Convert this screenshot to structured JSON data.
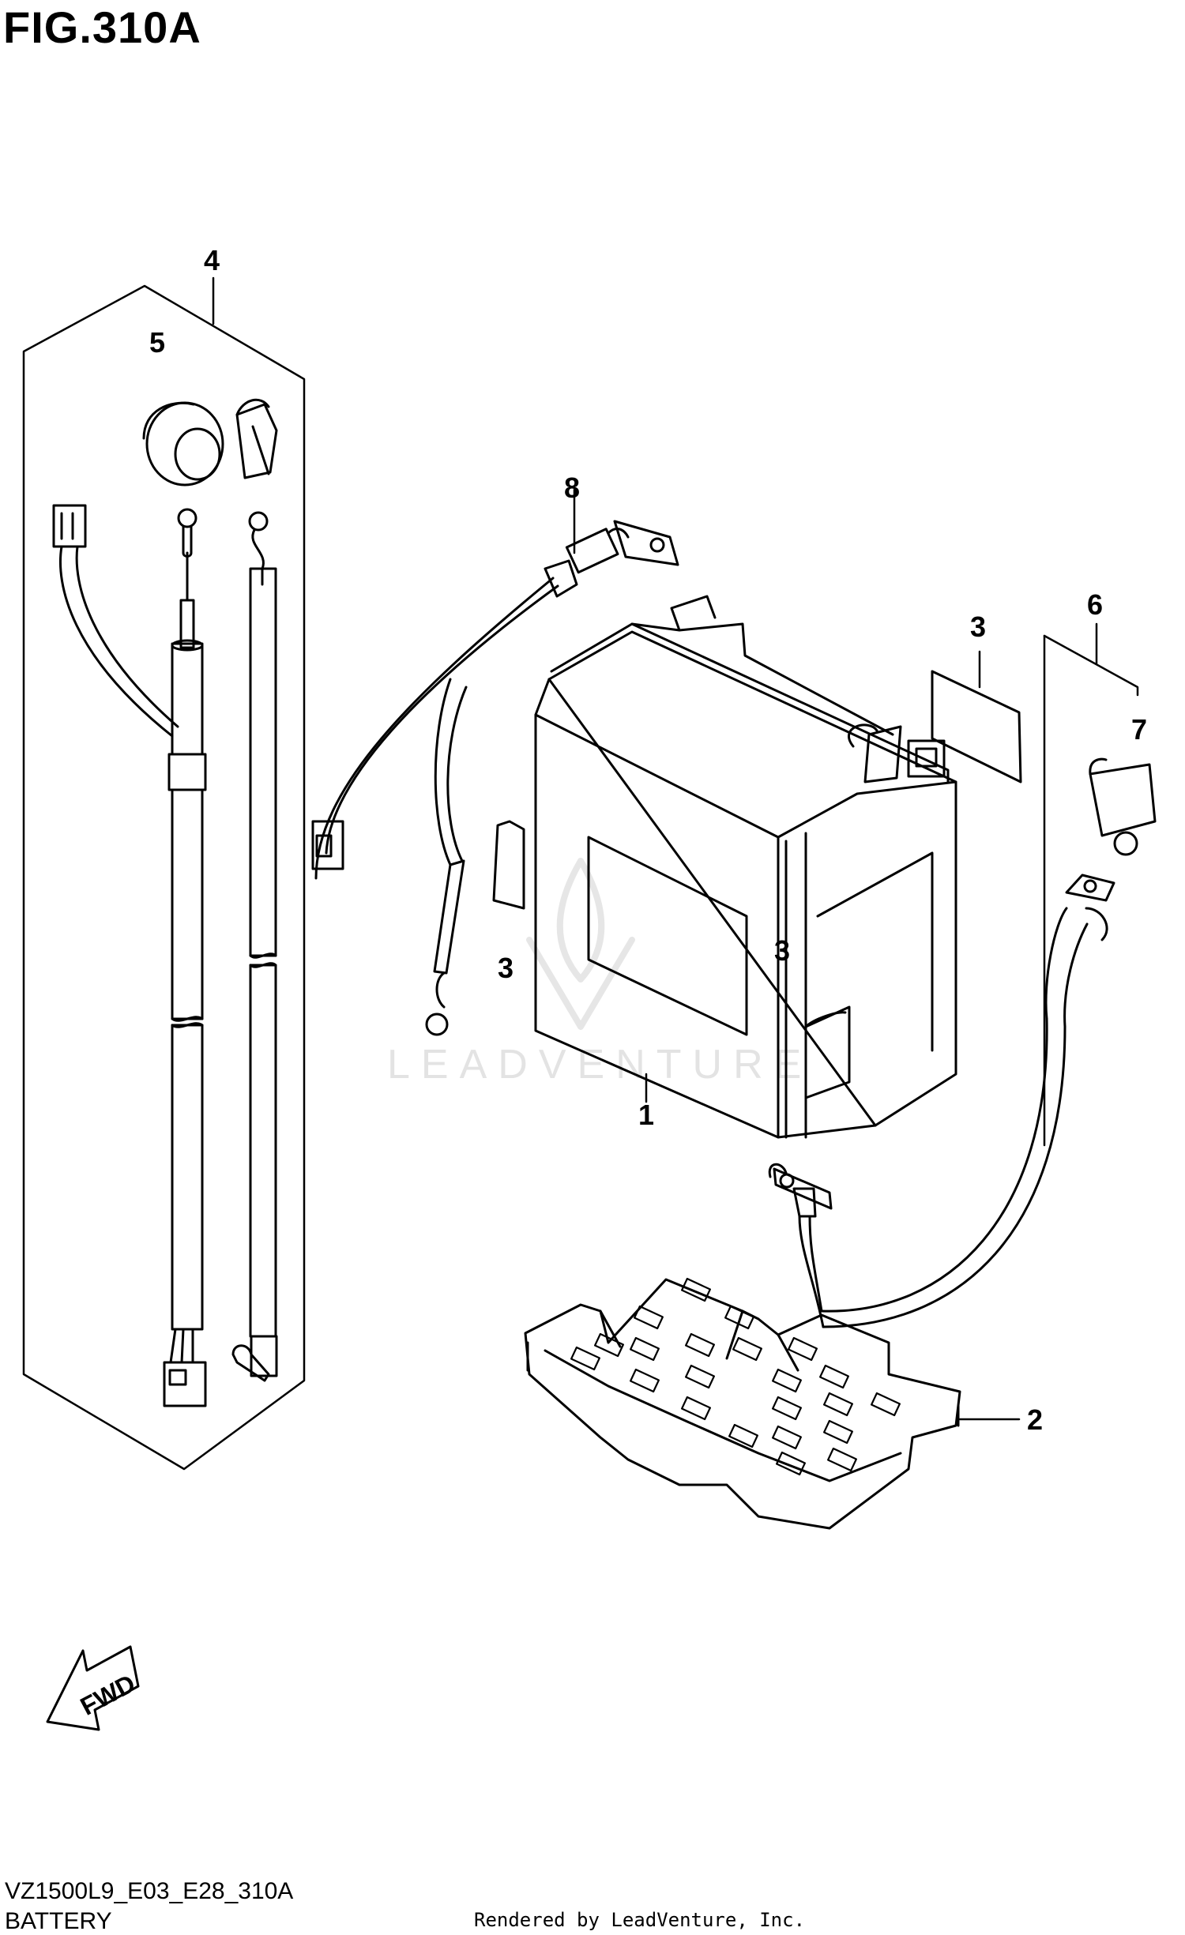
{
  "figure": {
    "title": "FIG.310A",
    "diagram_code": "VZ1500L9_E03_E28_310A",
    "section_name": "BATTERY",
    "rendered_by": "Rendered by LeadVenture, Inc."
  },
  "watermark": {
    "text": "LEADVENTURE"
  },
  "direction_marker": {
    "label": "FWD"
  },
  "callouts": {
    "battery": "1",
    "battery_tray": "2",
    "pad_top": "3",
    "pad_left": "3",
    "pad_right": "3",
    "wiring_harness_set": "4",
    "harness_cap": "5",
    "negative_cable_set": "6",
    "terminal_cover": "7",
    "positive_cable": "8"
  }
}
